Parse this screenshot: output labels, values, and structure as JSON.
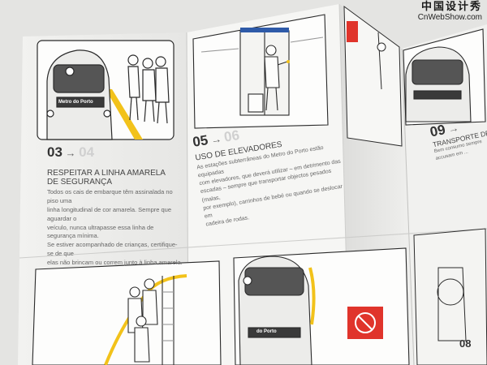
{
  "watermark": {
    "line1": "中国设计秀",
    "line2": "CnWebShow.com"
  },
  "panel_03": {
    "number": "03",
    "next_number": "04",
    "title_line1": "RESPEITAR A LINHA AMARELA",
    "title_line2": "DE SEGURANÇA",
    "body_lines": [
      "Todos os cais de embarque têm assinalada no piso uma",
      "linha longitudinal de cor amarela. Sempre que aguardar o",
      "veículo, nunca ultrapasse essa linha de segurança mínima.",
      "Se estiver acompanhado de crianças, certifique-se de que",
      "elas não brincam ou correm junto à linha amarela."
    ],
    "train_sign": "Metro do Porto"
  },
  "panel_05": {
    "number": "05",
    "next_number": "06",
    "title": "USO DE ELEVADORES",
    "body_lines": [
      "As estações subterrâneas do Metro do Porto estão equipadas",
      "com elevadores, que deverá utilizar – em detrimento das",
      "escadas – sempre que transportar objectos pesados (malas,",
      "por exemplo), carrinhos de bebé ou quando se deslocar em",
      "cadeira de rodas."
    ]
  },
  "panel_09": {
    "number": "09",
    "title": "TRANSPORTE DE BI",
    "body_lines": [
      "Bem consumo sempre",
      "accusam em ..."
    ]
  },
  "panel_08": {
    "number": "08"
  },
  "bottom_train": {
    "sign": "do Porto"
  },
  "colors": {
    "paper": "#f4f4f2",
    "line_yellow": "#f2c21a",
    "sign_red": "#e0342b",
    "ink": "#2a2a2a"
  }
}
